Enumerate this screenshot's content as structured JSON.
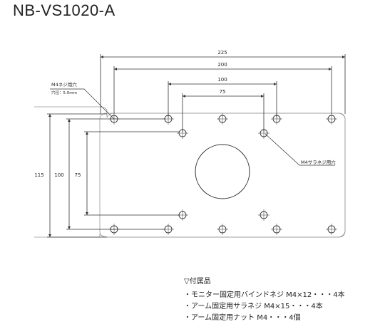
{
  "title": "NB-VS1020-A",
  "diagram": {
    "dims": {
      "w225": "225",
      "w200": "200",
      "w100": "100",
      "w75": "75",
      "h115": "115",
      "h100": "100",
      "h75": "75"
    },
    "callouts": {
      "m4_hole": "M4ネジ用穴",
      "hole_depth": "穴径：5.0mm",
      "m4_tap": "M4サラネジ用穴"
    }
  },
  "accessories": {
    "header": "▽付属品",
    "items": [
      "・モニター固定用バインドネジ M4×12・・・4本",
      "・アーム固定用サラネジ M4×15・・・4本",
      "・アーム固定用ナット M4・・・4個"
    ]
  }
}
